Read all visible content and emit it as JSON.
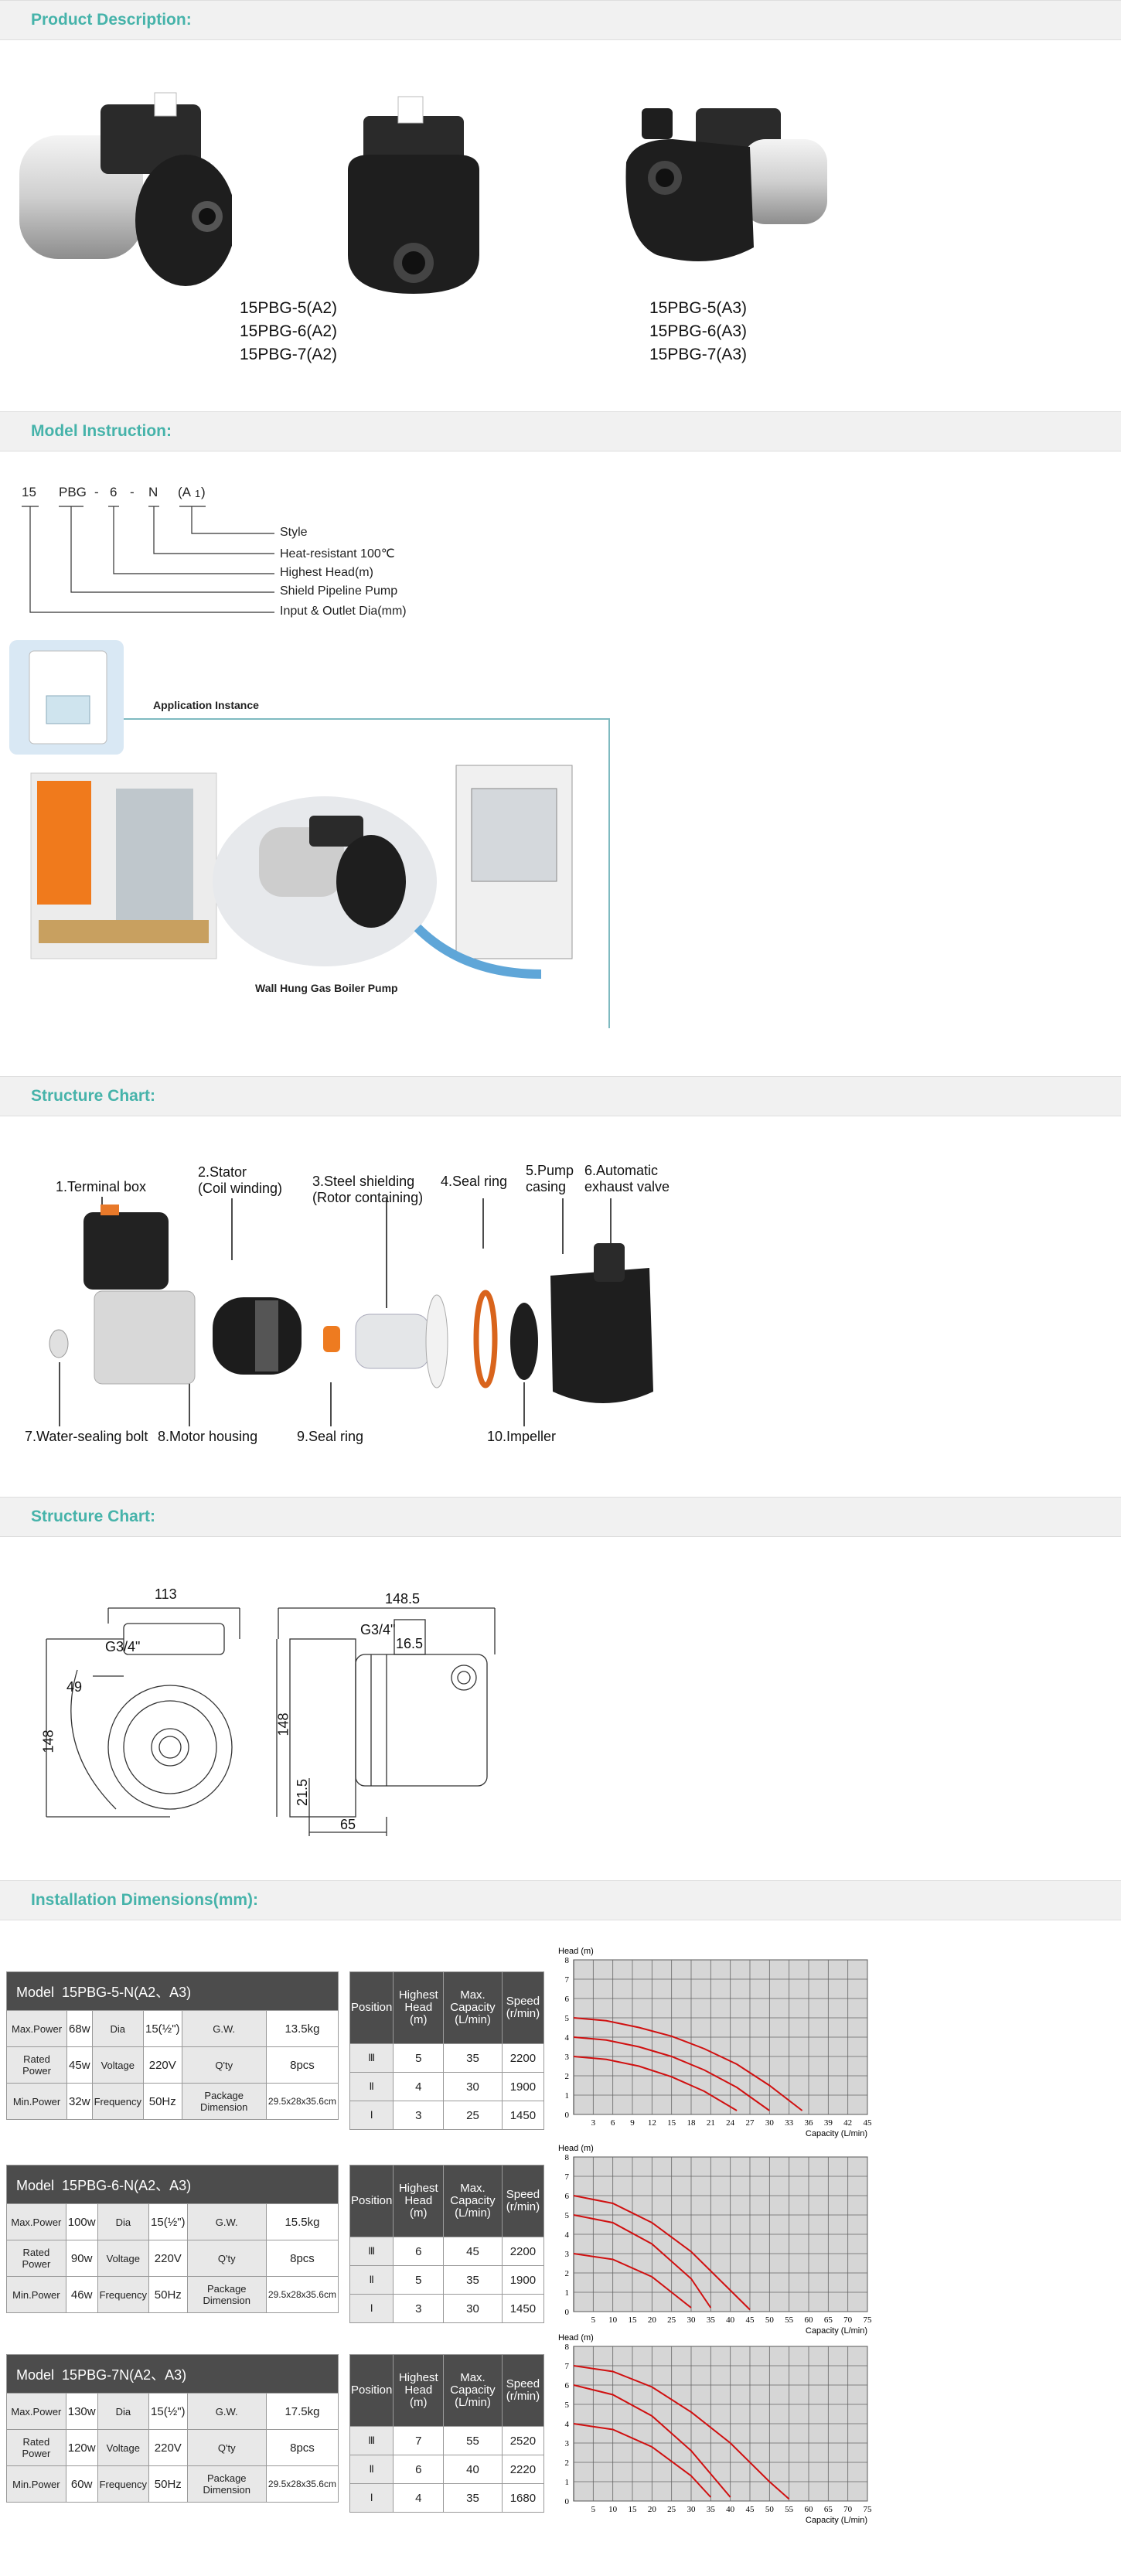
{
  "sections": {
    "product_description": "Product Description:",
    "model_instruction": "Model Instruction:",
    "structure_chart_1": "Structure Chart:",
    "structure_chart_2": "Structure Chart:",
    "installation_dimensions": "Installation Dimensions(mm):"
  },
  "product_models": {
    "group_a2": [
      "15PBG-5(A2)",
      "15PBG-6(A2)",
      "15PBG-7(A2)"
    ],
    "group_a3": [
      "15PBG-5(A3)",
      "15PBG-6(A3)",
      "15PBG-7(A3)"
    ]
  },
  "model_instruction": {
    "parts": [
      "15",
      "PBG",
      "-",
      "6",
      "-",
      "N",
      "(A",
      "1",
      ")"
    ],
    "labels": [
      "Style",
      "Heat-resistant 100℃",
      "Highest Head(m)",
      "Shield Pipeline Pump",
      "Input & Outlet Dia(mm)"
    ]
  },
  "application": {
    "instance_label": "Application Instance",
    "pump_label": "Wall Hung Gas Boiler Pump"
  },
  "structure_parts": {
    "p1": "1.Terminal box",
    "p2a": "2.Stator",
    "p2b": "(Coil winding)",
    "p3a": "3.Steel shielding",
    "p3b": "(Rotor containing)",
    "p4": "4.Seal ring",
    "p5a": "5.Pump",
    "p5b": "casing",
    "p6a": "6.Automatic",
    "p6b": "exhaust valve",
    "p7": "7.Water-sealing bolt",
    "p8": "8.Motor housing",
    "p9": "9.Seal ring",
    "p10": "10.Impeller"
  },
  "dimensions": {
    "front_width": "113",
    "thread_left": "G3/4\"",
    "d49": "49",
    "height_left": "148",
    "side_width": "148.5",
    "thread_right": "G3/4\"",
    "d16": "16.5",
    "height_right": "148",
    "d21": "21.5",
    "d65": "65"
  },
  "specs": [
    {
      "model_label": "Model",
      "model": "15PBG-5-N(A2、A3)",
      "rows": [
        [
          "Max.Power",
          "68w",
          "Dia",
          "15(½\")",
          "G.W.",
          "13.5kg"
        ],
        [
          "Rated Power",
          "45w",
          "Voltage",
          "220V",
          "Q'ty",
          "8pcs"
        ],
        [
          "Min.Power",
          "32w",
          "Frequency",
          "50Hz",
          "Package Dimension",
          "29.5x28x35.6cm"
        ]
      ],
      "perf_header": [
        "Position",
        "Highest Head (m)",
        "Max. Capacity (L/min)",
        "Speed (r/min)"
      ],
      "perf_rows": [
        [
          "Ⅲ",
          "5",
          "35",
          "2200"
        ],
        [
          "Ⅱ",
          "4",
          "30",
          "1900"
        ],
        [
          "Ⅰ",
          "3",
          "25",
          "1450"
        ]
      ]
    },
    {
      "model_label": "Model",
      "model": "15PBG-6-N(A2、A3)",
      "rows": [
        [
          "Max.Power",
          "100w",
          "Dia",
          "15(½\")",
          "G.W.",
          "15.5kg"
        ],
        [
          "Rated Power",
          "90w",
          "Voltage",
          "220V",
          "Q'ty",
          "8pcs"
        ],
        [
          "Min.Power",
          "46w",
          "Frequency",
          "50Hz",
          "Package Dimension",
          "29.5x28x35.6cm"
        ]
      ],
      "perf_header": [
        "Position",
        "Highest Head (m)",
        "Max. Capacity (L/min)",
        "Speed (r/min)"
      ],
      "perf_rows": [
        [
          "Ⅲ",
          "6",
          "45",
          "2200"
        ],
        [
          "Ⅱ",
          "5",
          "35",
          "1900"
        ],
        [
          "Ⅰ",
          "3",
          "30",
          "1450"
        ]
      ]
    },
    {
      "model_label": "Model",
      "model": "15PBG-7N(A2、A3)",
      "rows": [
        [
          "Max.Power",
          "130w",
          "Dia",
          "15(½\")",
          "G.W.",
          "17.5kg"
        ],
        [
          "Rated Power",
          "120w",
          "Voltage",
          "220V",
          "Q'ty",
          "8pcs"
        ],
        [
          "Min.Power",
          "60w",
          "Frequency",
          "50Hz",
          "Package Dimension",
          "29.5x28x35.6cm"
        ]
      ],
      "perf_header": [
        "Position",
        "Highest Head (m)",
        "Max. Capacity (L/min)",
        "Speed (r/min)"
      ],
      "perf_rows": [
        [
          "Ⅲ",
          "7",
          "55",
          "2520"
        ],
        [
          "Ⅱ",
          "6",
          "40",
          "2220"
        ],
        [
          "Ⅰ",
          "4",
          "35",
          "1680"
        ]
      ]
    }
  ],
  "chart_data": [
    {
      "type": "line",
      "ylabel": "Head (m)",
      "xlabel": "Capacity (L/min)",
      "xlim": [
        0,
        45
      ],
      "ylim": [
        0,
        8
      ],
      "xticks": [
        3,
        6,
        9,
        12,
        15,
        18,
        21,
        24,
        27,
        30,
        33,
        36,
        39,
        42,
        45
      ],
      "yticks": [
        0,
        1,
        2,
        3,
        4,
        5,
        6,
        7,
        8
      ],
      "grid": true,
      "series": [
        {
          "x": [
            0,
            5,
            10,
            15,
            20,
            25,
            30,
            35
          ],
          "y": [
            5,
            4.85,
            4.5,
            4.05,
            3.4,
            2.6,
            1.5,
            0.2
          ]
        },
        {
          "x": [
            0,
            5,
            10,
            15,
            20,
            25,
            30
          ],
          "y": [
            4,
            3.85,
            3.5,
            3.0,
            2.3,
            1.4,
            0.2
          ]
        },
        {
          "x": [
            0,
            5,
            10,
            15,
            20,
            25
          ],
          "y": [
            3,
            2.85,
            2.5,
            1.95,
            1.2,
            0.2
          ]
        }
      ]
    },
    {
      "type": "line",
      "ylabel": "Head (m)",
      "xlabel": "Capacity (L/min)",
      "xlim": [
        0,
        75
      ],
      "ylim": [
        0,
        8
      ],
      "xticks": [
        5,
        10,
        15,
        20,
        25,
        30,
        35,
        40,
        45,
        50,
        55,
        60,
        65,
        70,
        75
      ],
      "yticks": [
        0,
        1,
        2,
        3,
        4,
        5,
        6,
        7,
        8
      ],
      "grid": true,
      "series": [
        {
          "x": [
            0,
            10,
            20,
            30,
            40,
            45
          ],
          "y": [
            6,
            5.6,
            4.6,
            3.1,
            1.1,
            0.1
          ]
        },
        {
          "x": [
            0,
            10,
            20,
            30,
            35
          ],
          "y": [
            5,
            4.6,
            3.5,
            1.7,
            0.2
          ]
        },
        {
          "x": [
            0,
            10,
            20,
            30
          ],
          "y": [
            3,
            2.7,
            1.8,
            0.2
          ]
        }
      ]
    },
    {
      "type": "line",
      "ylabel": "Head (m)",
      "xlabel": "Capacity (L/min)",
      "xlim": [
        0,
        75
      ],
      "ylim": [
        0,
        8
      ],
      "xticks": [
        5,
        10,
        15,
        20,
        25,
        30,
        35,
        40,
        45,
        50,
        55,
        60,
        65,
        70,
        75
      ],
      "yticks": [
        0,
        1,
        2,
        3,
        4,
        5,
        6,
        7,
        8
      ],
      "grid": true,
      "series": [
        {
          "x": [
            0,
            10,
            20,
            30,
            40,
            50,
            55
          ],
          "y": [
            7,
            6.7,
            5.9,
            4.6,
            3.0,
            1.0,
            0.1
          ]
        },
        {
          "x": [
            0,
            10,
            20,
            30,
            40
          ],
          "y": [
            6,
            5.5,
            4.4,
            2.6,
            0.2
          ]
        },
        {
          "x": [
            0,
            10,
            20,
            30,
            35
          ],
          "y": [
            4,
            3.7,
            2.8,
            1.3,
            0.2
          ]
        }
      ]
    }
  ]
}
